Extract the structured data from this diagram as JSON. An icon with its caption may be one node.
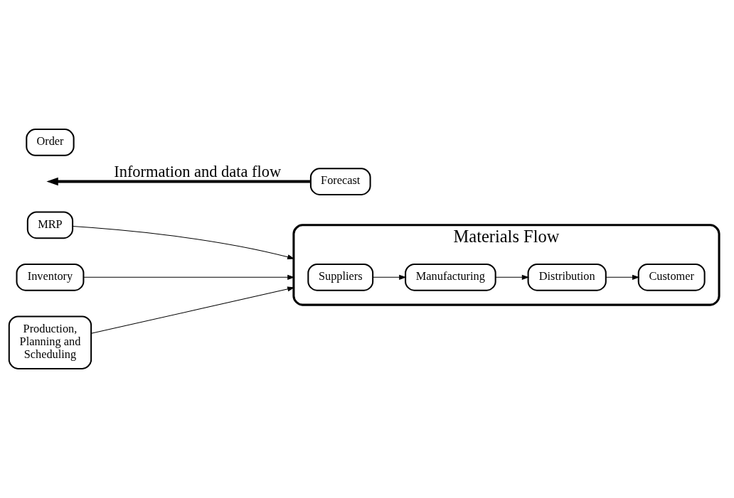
{
  "diagram": {
    "nodes": [
      {
        "text": [
          "MRP"
        ]
      },
      {
        "text": [
          "Inventory"
        ]
      },
      {
        "text": [
          "Production, Planning and Scheduling"
        ]
      },
      {
        "text": [
          "Materials Flow"
        ]
      },
      {
        "text": [
          "Suppliers"
        ],
        "in": 3
      },
      {
        "text": [
          "Manufacturing"
        ],
        "in": 3
      },
      {
        "text": [
          "Distribution"
        ],
        "in": 3
      },
      {
        "text": [
          "Customer"
        ],
        "in": 3
      },
      {
        "text": [
          "Forecast"
        ]
      },
      {
        "text": [
          "Order"
        ]
      }
    ],
    "edges": [
      {
        "from": 0,
        "to": 3,
        "arrow": "to"
      },
      {
        "from": 1,
        "to": 3,
        "arrow": "to"
      },
      {
        "from": 2,
        "to": 3,
        "arrow": "to"
      },
      {
        "from": 4,
        "to": 5,
        "arrow": "to"
      },
      {
        "from": 5,
        "to": 6,
        "arrow": "to"
      },
      {
        "from": 6,
        "to": 7,
        "arrow": "to"
      },
      {
        "from": 8,
        "to": null,
        "arrow": "to",
        "style": "thick",
        "label": "Information and data flow"
      }
    ]
  }
}
